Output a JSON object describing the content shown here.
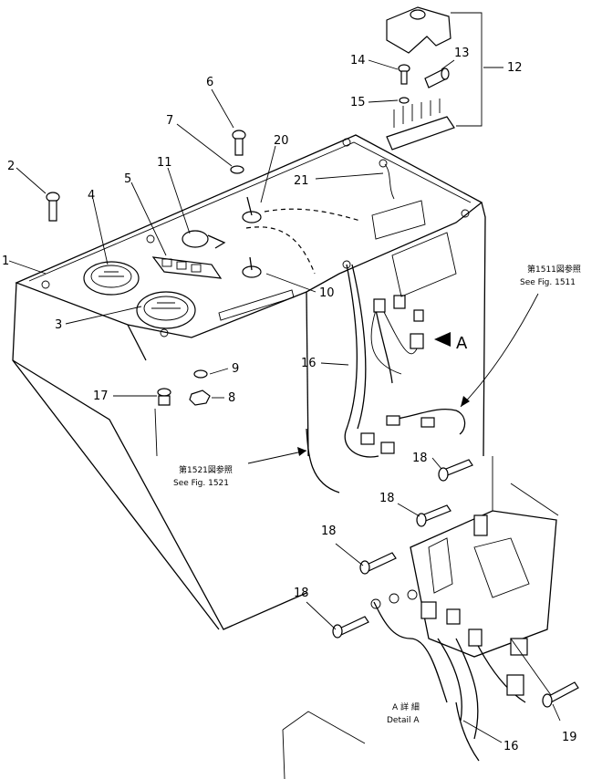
{
  "callouts": [
    "1",
    "2",
    "3",
    "4",
    "5",
    "6",
    "7",
    "8",
    "9",
    "10",
    "11",
    "12",
    "13",
    "14",
    "15",
    "16",
    "17",
    "18",
    "19",
    "20",
    "21"
  ],
  "arrow_label": "A",
  "refs": {
    "fig1511_jp": "第1511図参照",
    "fig1511_en": "See Fig. 1511",
    "fig1521_jp": "第1521図参照",
    "fig1521_en": "See Fig. 1521",
    "detail_jp": "A 詳 細",
    "detail_en": "Detail A"
  }
}
